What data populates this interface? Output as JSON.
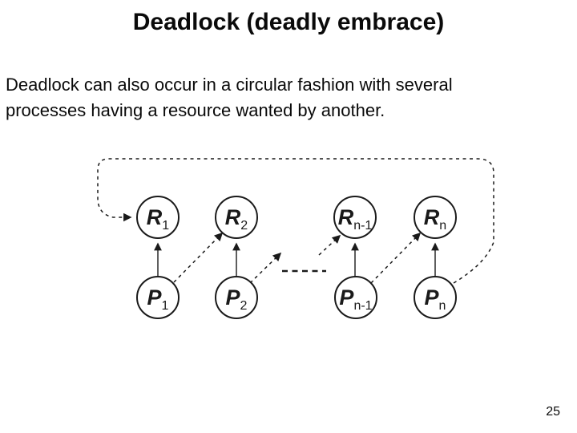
{
  "slide": {
    "title": "Deadlock (deadly embrace)",
    "body": {
      "line1": "Deadlock can also occur in a circular fashion with several",
      "line2": "processes having a resource wanted by another."
    },
    "page_number": "25"
  },
  "colors": {
    "background": "#ffffff",
    "text": "#0a0a0a",
    "diagram_line": "#1a1a1a"
  },
  "diagram": {
    "type": "diagram",
    "description_of_content": "circular-wait resource allocation graph enclosed by a dashed loop",
    "resource_nodes": [
      {
        "label": "R",
        "sub": "1"
      },
      {
        "label": "R",
        "sub": "2"
      },
      {
        "label": "R",
        "sub": "n-1"
      },
      {
        "label": "R",
        "sub": "n"
      }
    ],
    "process_nodes": [
      {
        "label": "P",
        "sub": "1"
      },
      {
        "label": "P",
        "sub": "2"
      },
      {
        "label": "P",
        "sub": "n-1"
      },
      {
        "label": "P",
        "sub": "n"
      }
    ],
    "solid_edges": [
      "P1 → R1",
      "P2 → R2",
      "Pn-1 → Rn-1",
      "Pn → Rn"
    ],
    "dashed_edges": [
      "P1 → R2",
      "P2 → …",
      "… → Rn-1",
      "Pn-1 → Rn",
      "Pn → R1 (outer dashed loop around diagram)"
    ]
  }
}
